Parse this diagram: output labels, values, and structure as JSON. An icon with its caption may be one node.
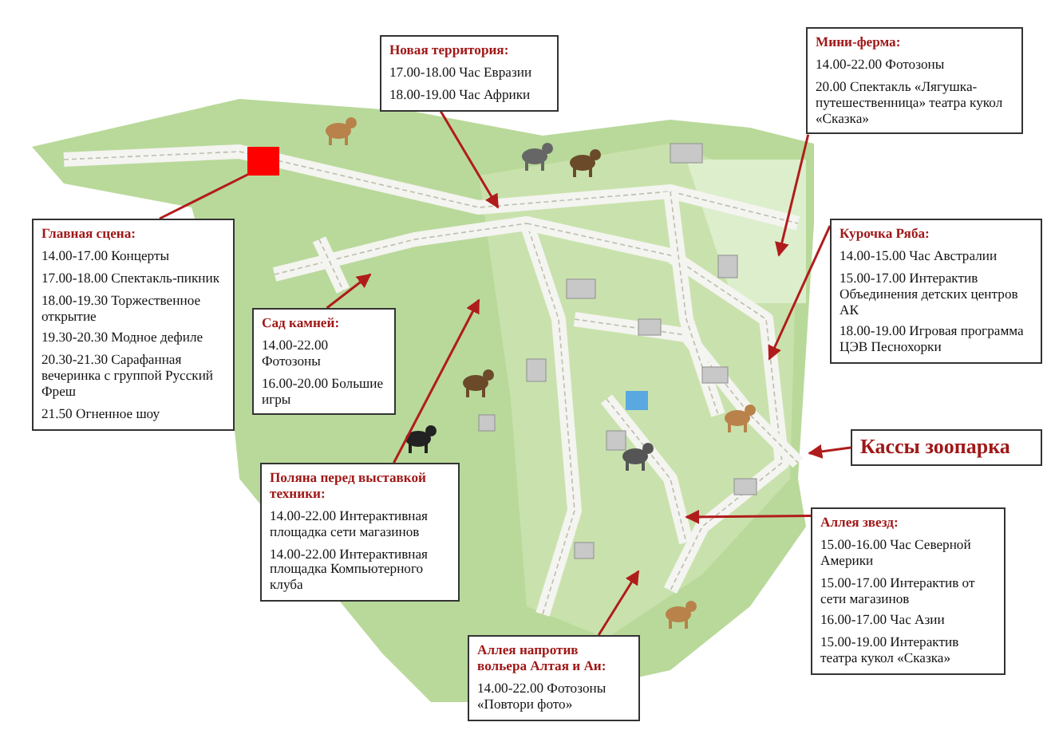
{
  "diagram": {
    "nodes": [
      {
        "text": [
          "Новая территория:",
          "17.00-18.00 Час Евразии",
          "18.00-19.00 Час Африки"
        ]
      },
      {
        "text": [
          "Мини-ферма:",
          "14.00-22.00 Фотозоны",
          "20.00 Спектакль «Лягушка-путешественница» театра кукол «Сказка»"
        ]
      },
      {
        "text": [],
        "shape": "box"
      },
      {
        "text": [
          "Главная сцена:",
          "14.00-17.00 Концерты",
          "17.00-18.00 Спектакль-пикник",
          "18.00-19.30 Торжественное открытие",
          "19.30-20.30 Модное дефиле",
          "20.30-21.30 Сарафанная вечеринка с группой Русский Фреш",
          "21.50 Огненное шоу"
        ]
      },
      {
        "text": [
          "Курочка Ряба:",
          "14.00-15.00 Час Австралии",
          "15.00-17.00 Интерактив Объединения детских центров АК",
          "18.00-19.00 Игровая программа ЦЭВ Песнохорки"
        ]
      },
      {
        "text": [
          "Сад камней:",
          "14.00-22.00 Фотозоны",
          "16.00-20.00 Большие игры"
        ]
      },
      {
        "text": [
          "Кассы зоопарка"
        ]
      },
      {
        "text": [
          "Поляна перед выставкой техники:",
          "14.00-22.00 Интерактивная площадка сети магазинов",
          "14.00-22.00 Интерактивная площадка Компьютерного клуба"
        ]
      },
      {
        "text": [
          "Аллея звезд:",
          "15.00-16.00 Час Северной Америки",
          "15.00-17.00 Интерактив от сети магазинов",
          "16.00-17.00 Час Азии",
          "15.00-19.00 Интерактив театра кукол «Сказка»"
        ]
      },
      {
        "text": [
          "Аллея напротив вольера Алтая и Аи:",
          "14.00-22.00 Фотозоны «Повтори фото»"
        ]
      }
    ],
    "edges": [
      {
        "from": 3,
        "to": 2,
        "arrow": "none"
      },
      {
        "from": 0,
        "to": null,
        "arrow": "to"
      },
      {
        "from": 1,
        "to": null,
        "arrow": "to"
      },
      {
        "from": 4,
        "to": null,
        "arrow": "to"
      },
      {
        "from": 5,
        "to": null,
        "arrow": "to"
      },
      {
        "from": 6,
        "to": null,
        "arrow": "to"
      },
      {
        "from": 7,
        "to": null,
        "arrow": "to"
      },
      {
        "from": 8,
        "to": null,
        "arrow": "to"
      },
      {
        "from": 9,
        "to": null,
        "arrow": "to"
      }
    ]
  }
}
